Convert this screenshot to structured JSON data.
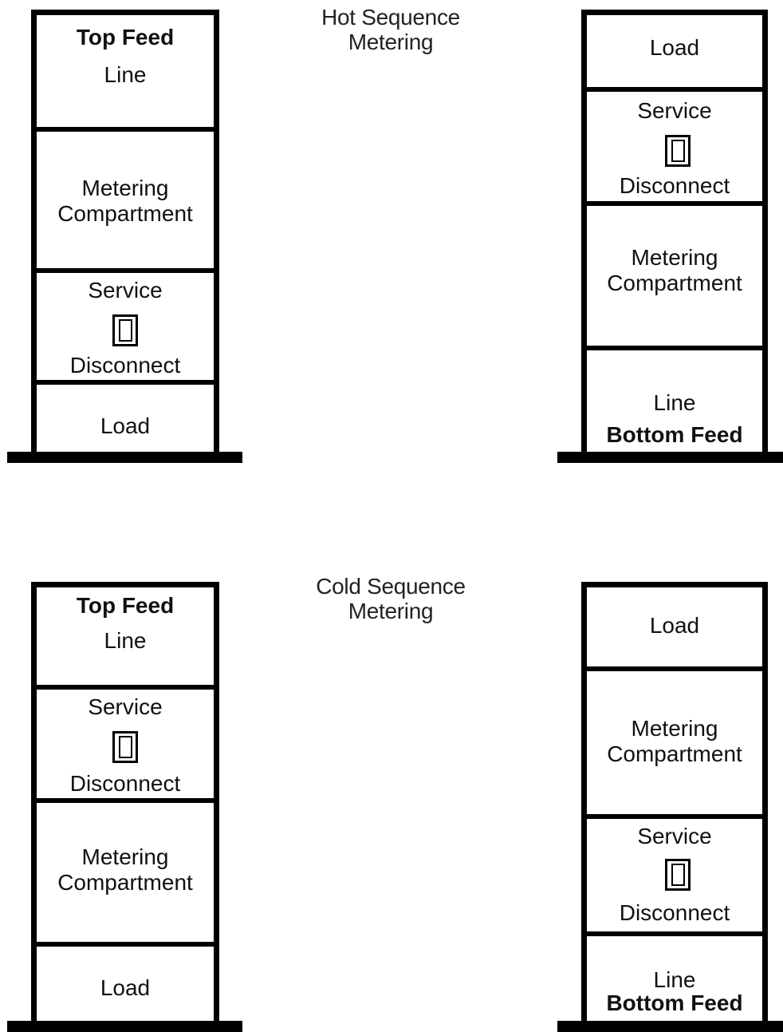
{
  "titles": {
    "hot": [
      "Hot Sequence",
      "Metering"
    ],
    "cold": [
      "Cold Sequence",
      "Metering"
    ]
  },
  "labels": {
    "top_feed": "Top Feed",
    "line": "Line",
    "bottom_feed": "Bottom Feed",
    "metering": "Metering",
    "compartment": "Compartment",
    "service": "Service",
    "disconnect": "Disconnect",
    "load": "Load"
  },
  "diagrams": [
    {
      "sequence": "Hot Sequence Metering",
      "feed": "Top Feed",
      "compartments_top_to_bottom": [
        "Line",
        "Metering Compartment",
        "Service Disconnect",
        "Load"
      ]
    },
    {
      "sequence": "Hot Sequence Metering",
      "feed": "Bottom Feed",
      "compartments_top_to_bottom": [
        "Load",
        "Service Disconnect",
        "Metering Compartment",
        "Line"
      ]
    },
    {
      "sequence": "Cold Sequence Metering",
      "feed": "Top Feed",
      "compartments_top_to_bottom": [
        "Line",
        "Service Disconnect",
        "Metering Compartment",
        "Load"
      ]
    },
    {
      "sequence": "Cold Sequence Metering",
      "feed": "Bottom Feed",
      "compartments_top_to_bottom": [
        "Load",
        "Metering Compartment",
        "Service Disconnect",
        "Line"
      ]
    }
  ]
}
